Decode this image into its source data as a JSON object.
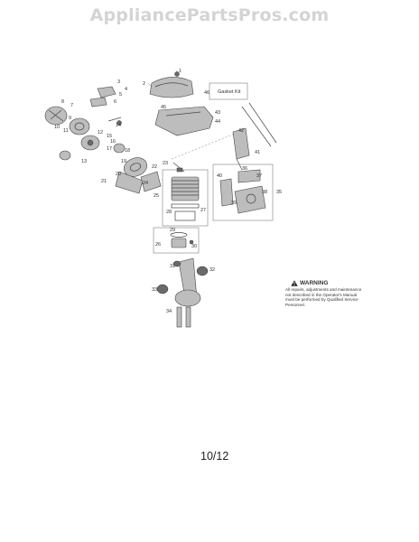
{
  "watermark": "AppliancePartsPros.com",
  "page_number": "10/12",
  "gasket_kit_label": "Gasket Kit",
  "warning": {
    "title": "WARNING",
    "text": "All repairs, adjustments and maintenance not described in the Operator's Manual must be performed by Qualified Service Personnel."
  },
  "callouts": [
    "1",
    "2",
    "3",
    "4",
    "5",
    "6",
    "7",
    "8",
    "9",
    "10",
    "11",
    "12",
    "13",
    "14",
    "15",
    "16",
    "17",
    "18",
    "19",
    "20",
    "21",
    "22",
    "23",
    "24",
    "25",
    "26",
    "27",
    "28",
    "29",
    "30",
    "31",
    "32",
    "33",
    "34",
    "35",
    "36",
    "37",
    "38",
    "39",
    "40",
    "41",
    "42",
    "43",
    "44",
    "45",
    "46"
  ]
}
